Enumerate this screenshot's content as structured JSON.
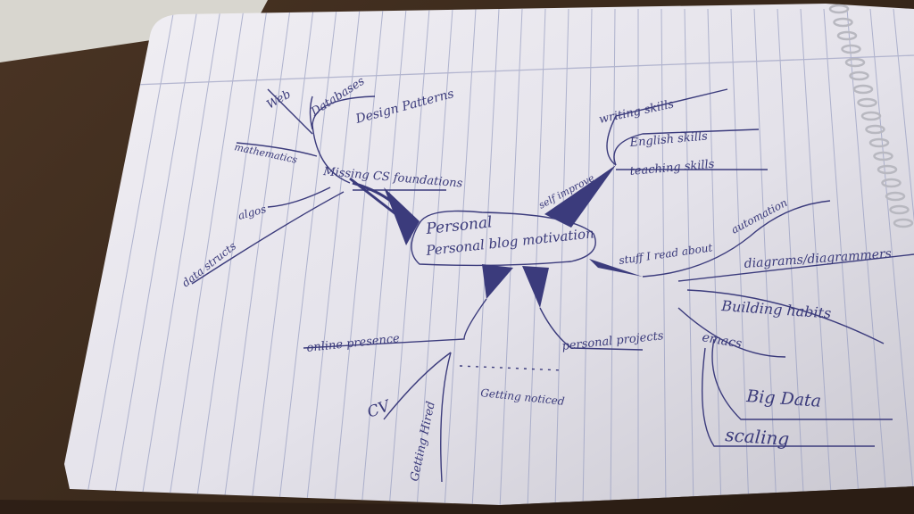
{
  "photo": {
    "subject": "hand-drawn mind map on spiral lined notebook paper",
    "colors": {
      "desk": "#3b2a1c",
      "paper": "#e9e7ee",
      "ink": "#3a3a7a",
      "rule": "#9aa0c2"
    }
  },
  "mindmap": {
    "center": "Personal blog motivation",
    "branches": {
      "foundations": {
        "label": "Missing CS foundations",
        "leaves": [
          "Web",
          "Databases",
          "Design Patterns",
          "mathematics",
          "algos",
          "data structs"
        ]
      },
      "self": {
        "label": "self improve",
        "leaves": [
          "writing skills",
          "English skills",
          "teaching skills"
        ]
      },
      "learned": {
        "label": "stuff I read about",
        "leaves": [
          "automation",
          "diagrams/diagrammers",
          "Building habits",
          "emacs",
          "Big Data",
          "scaling"
        ]
      },
      "presence": {
        "label": "online presence",
        "leaves": [
          "CV",
          "Getting Hired",
          "Getting noticed"
        ]
      },
      "projects": {
        "label": "personal projects"
      }
    }
  }
}
